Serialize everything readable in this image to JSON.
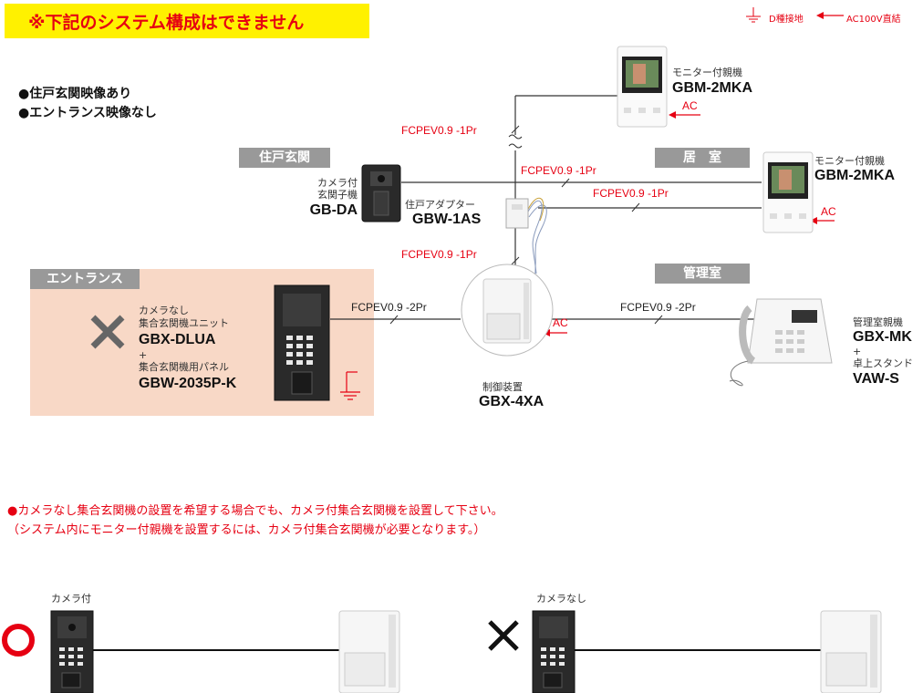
{
  "banner": {
    "text": "※下記のシステム構成はできません"
  },
  "legend": {
    "ground": "D種接地",
    "ac": "AC100V直結"
  },
  "bullets": [
    "●住戸玄関映像あり",
    "●エントランス映像なし"
  ],
  "sections": {
    "jukoGenkan": "住戸玄関",
    "entrance": "エントランス",
    "kyoshitsu": "居　室",
    "kanrishitsu": "管理室"
  },
  "devices": {
    "monitorTop": {
      "label": "モニター付親機",
      "model": "GBM-2MKA"
    },
    "monitorRight": {
      "label": "モニター付親機",
      "model": "GBM-2MKA"
    },
    "doorStation": {
      "label1": "カメラ付",
      "label2": "玄関子機",
      "model": "GB-DA"
    },
    "adapter": {
      "label": "住戸アダプター",
      "model": "GBW-1AS"
    },
    "entranceUnit": {
      "label1": "カメラなし",
      "label2": "集合玄関機ユニット",
      "model1": "GBX-DLUA",
      "plus": "+",
      "label3": "集合玄関機用パネル",
      "model2": "GBW-2035P-K"
    },
    "controller": {
      "label": "制御装置",
      "model": "GBX-4XA"
    },
    "managerStation": {
      "label": "管理室親機",
      "model1": "GBX-MK",
      "plus": "+",
      "label2": "卓上スタンド",
      "model2": "VAW-S"
    }
  },
  "cables": {
    "upper": "FCPEV0.9 -1Pr",
    "doorLine": "FCPEV0.9 -1Pr",
    "roomLine": "FCPEV0.9 -1Pr",
    "lower": "FCPEV0.9 -1Pr",
    "entranceLine": "FCPEV0.9 -2Pr",
    "managerLine": "FCPEV0.9 -2Pr"
  },
  "ac": "AC",
  "marks": {
    "cross": "×",
    "circle": "○"
  },
  "notes": {
    "line1": "●カメラなし集合玄関機の設置を希望する場合でも、カメラ付集合玄関機を設置して下さい。",
    "line2": "（システム内にモニター付親機を設置するには、カメラ付集合玄関機が必要となります。）"
  },
  "examples": {
    "ok": "カメラ付",
    "ng": "カメラなし"
  },
  "colors": {
    "accent": "#e60012",
    "banner": "#fff100",
    "section": "#999999",
    "entranceBg": "#f8d8c6"
  }
}
